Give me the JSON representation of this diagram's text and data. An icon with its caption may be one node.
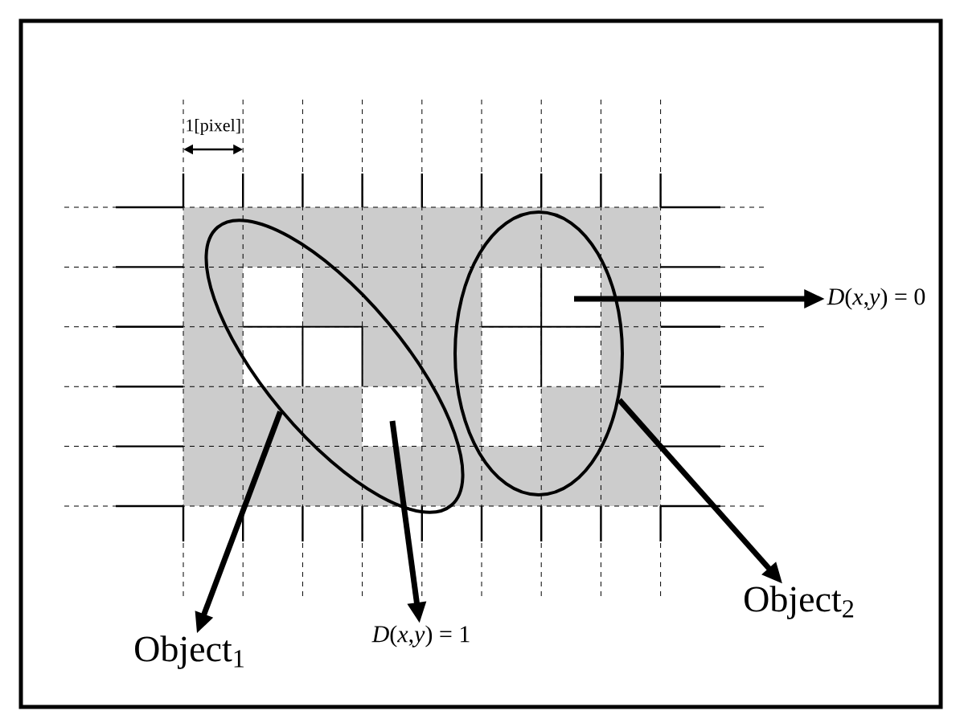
{
  "diagram": {
    "nodes": [
      {
        "text": [],
        "shape": "ellipse"
      },
      {
        "text": [],
        "shape": "ellipse"
      },
      {
        "text": [
          "*D*(*x*,*y*) = 0"
        ]
      },
      {
        "text": [
          "Object$_{2}$"
        ]
      },
      {
        "text": [
          "*D*(*x*,*y*) = 1"
        ]
      },
      {
        "text": [
          "Object$_{1}$"
        ]
      }
    ],
    "edges": [
      {
        "from": 0,
        "to": 5,
        "arrow": "to"
      },
      {
        "from": 1,
        "to": 3,
        "arrow": "to"
      },
      {
        "from": 1,
        "to": 2,
        "arrow": "to"
      },
      {
        "from": 0,
        "to": 4,
        "arrow": "to"
      }
    ],
    "labels": [
      "1[pixel]"
    ]
  }
}
